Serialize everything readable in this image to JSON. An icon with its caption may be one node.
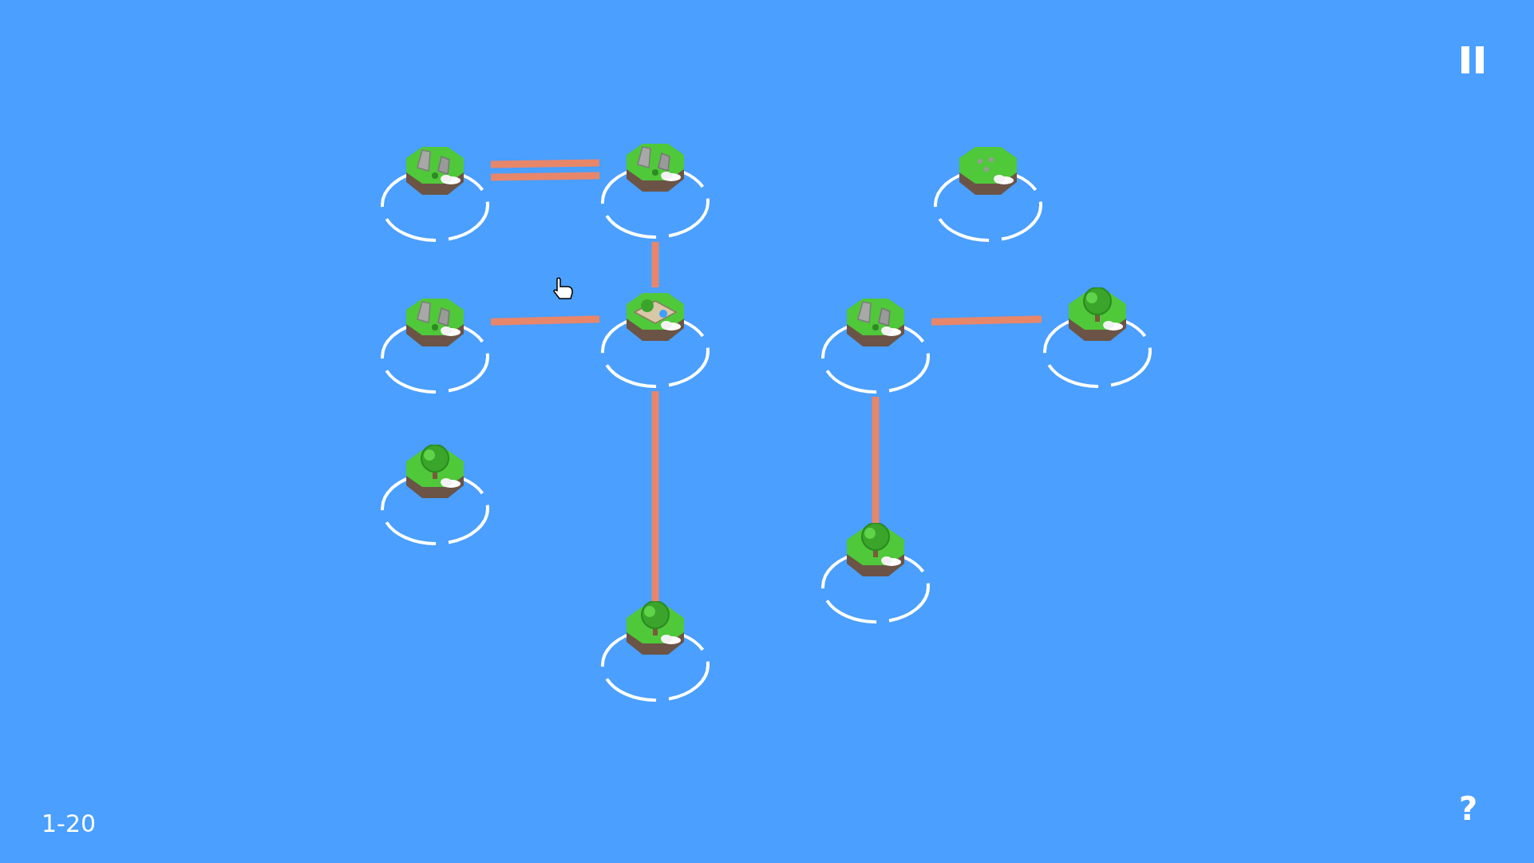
{
  "diagram": {
    "nodes": [
      {
        "text": [],
        "shape": "picture"
      },
      {
        "text": [],
        "shape": "picture"
      },
      {
        "text": [],
        "shape": "picture"
      },
      {
        "text": [],
        "shape": "picture"
      },
      {
        "text": [],
        "shape": "picture"
      },
      {
        "text": [],
        "shape": "picture"
      },
      {
        "text": [],
        "shape": "picture"
      },
      {
        "text": [],
        "shape": "picture"
      },
      {
        "text": [],
        "shape": "picture"
      },
      {
        "text": [],
        "shape": "picture"
      }
    ],
    "edges": [
      {
        "from": 0,
        "to": 1,
        "arrow": "none"
      },
      {
        "from": 0,
        "to": 1,
        "arrow": "none"
      },
      {
        "from": 1,
        "to": 4,
        "arrow": "none"
      },
      {
        "from": 3,
        "to": 4,
        "arrow": "none"
      },
      {
        "from": 4,
        "to": 9,
        "arrow": "none"
      },
      {
        "from": 5,
        "to": 6,
        "arrow": "none"
      },
      {
        "from": 5,
        "to": 8,
        "arrow": "none"
      }
    ],
    "labels": [
      "?",
      "1-20"
    ]
  }
}
